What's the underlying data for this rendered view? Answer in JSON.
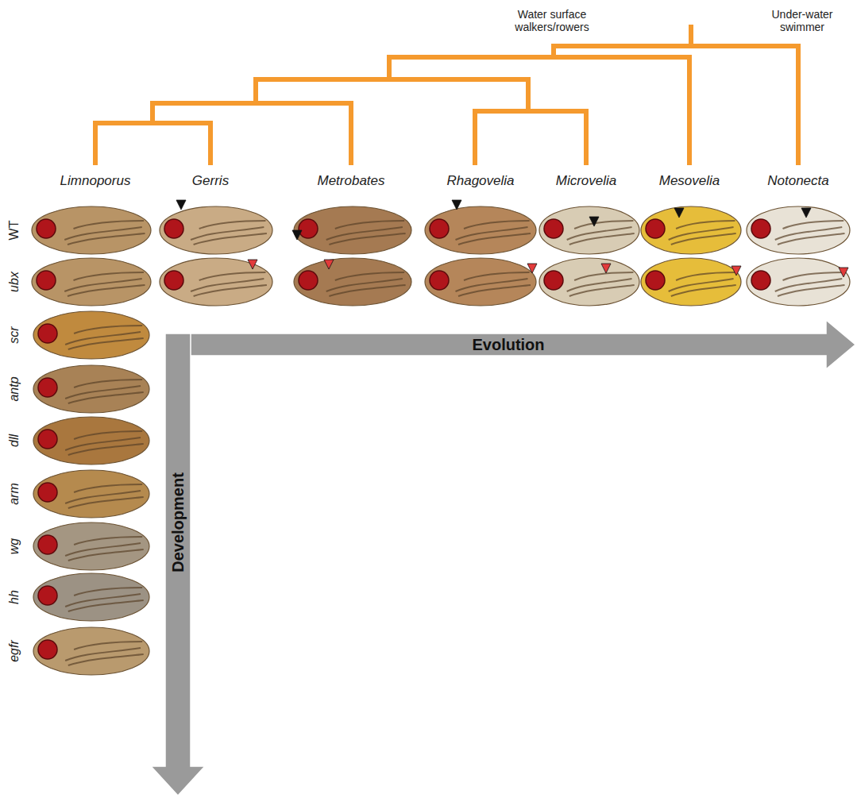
{
  "diagram": {
    "nodes": [
      {
        "text": [
          "Evolution"
        ]
      },
      {
        "text": [
          "Development"
        ]
      }
    ],
    "labels": [
      "Water surface walkers/rowers",
      "Under-water swimmer",
      "Limnoporus",
      "Gerris",
      "Metrobates",
      "Rhagovelia",
      "Microvelia",
      "Mesovelia",
      "Notonecta",
      "WT",
      "ubx",
      "scr",
      "antp",
      "dll",
      "arm",
      "wg",
      "hh",
      "egfr"
    ]
  }
}
